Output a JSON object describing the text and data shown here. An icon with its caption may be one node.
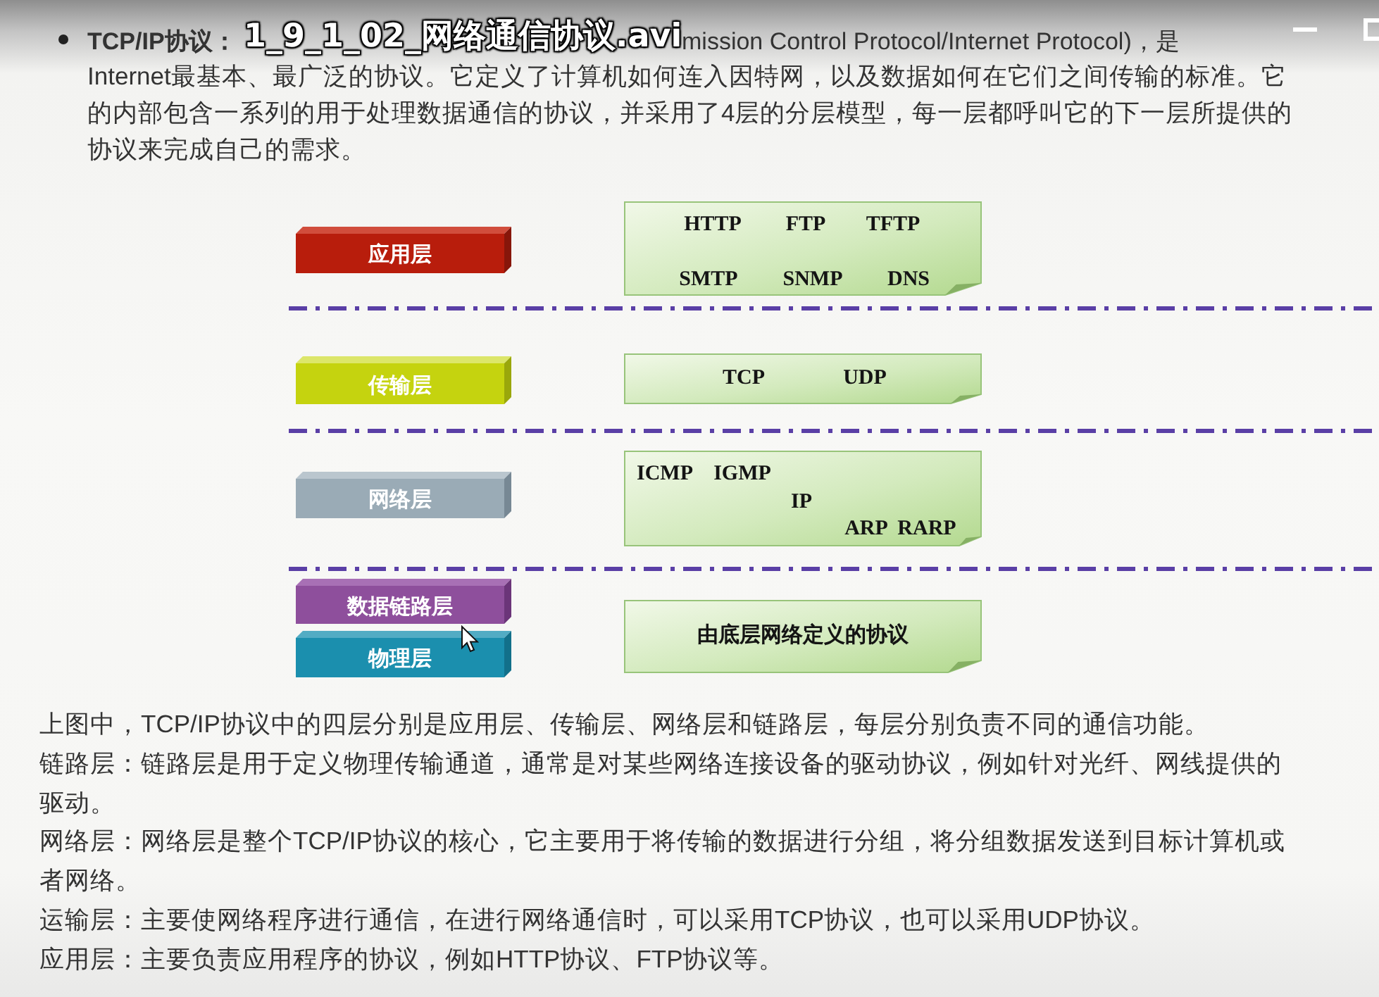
{
  "diagram": {
    "nodes": [
      {
        "text": [
          "应用层"
        ]
      },
      {
        "text": [
          "HTTP",
          "FTP",
          "TFTP",
          "SMTP",
          "SNMP",
          "DNS"
        ]
      },
      {
        "text": [
          "传输层"
        ]
      },
      {
        "text": [
          "TCP",
          "UDP"
        ]
      },
      {
        "text": [
          "网络层"
        ]
      },
      {
        "text": [
          "ICMP",
          "IGMP",
          "IP",
          "ARP",
          "RARP"
        ]
      },
      {
        "text": [
          "数据链路层"
        ]
      },
      {
        "text": [
          "物理层"
        ]
      },
      {
        "text": [
          "由底层网络定义的协议"
        ]
      }
    ],
    "labels": [
      "TCP/IP协议：",
      "1_9_1_02_网络通信协议.avi",
      "mission Control Protocol/Internet Protocol)，是",
      "Internet最基本、最广泛的协议。它定义了计算机如何连入因特网，以及数据如何在它们之间传输的标准。它的内部包含一系列的用于处理数据通信的协议，并采用了4层的分层模型，每一层都呼叫它的下一层所提供的协议来完成自己的需求。",
      "上图中，TCP/IP协议中的四层分别是应用层、传输层、网络层和链路层，每层分别负责不同的通信功能。",
      "链路层：链路层是用于定义物理传输通道，通常是对某些网络连接设备的驱动协议，例如针对光纤、网线提供的驱动。",
      "网络层：网络层是整个TCP/IP协议的核心，它主要用于将传输的数据进行分组，将分组数据发送到目标计算机或者网络。",
      "运输层：主要使网络程序进行通信，在进行网络通信时，可以采用TCP协议，也可以采用UDP协议。",
      "应用层：主要负责应用程序的协议，例如HTTP协议、FTP协议等。"
    ]
  }
}
